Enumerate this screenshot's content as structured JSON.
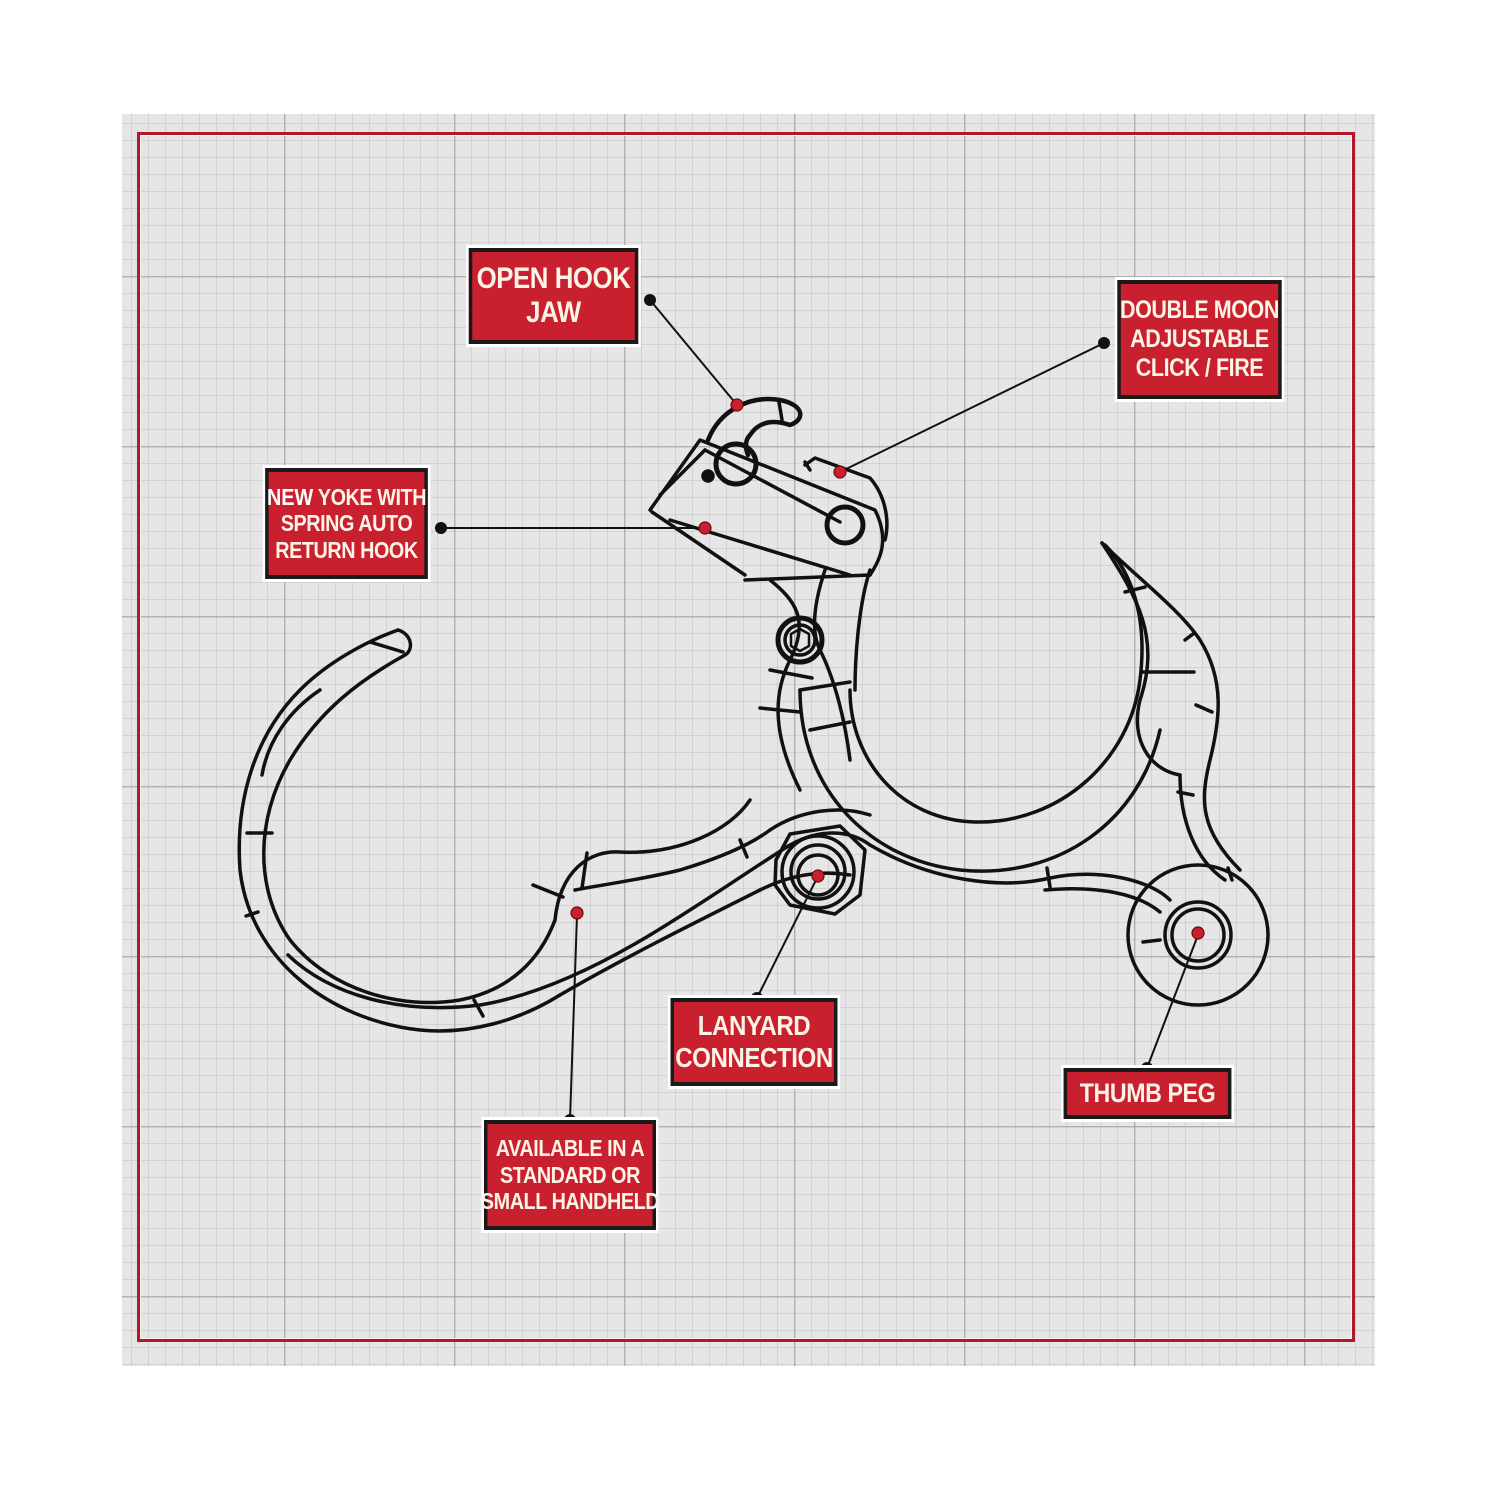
{
  "diagram": {
    "subject": "thumb release aid technical drawing",
    "colors": {
      "background": "#e6e6e6",
      "frame": "#b0182b",
      "callout_fill": "#c8202f",
      "callout_border": "#1a1a1a",
      "callout_text": "#fdf3e6",
      "marker_dot": "#c8202f",
      "outline": "#111111"
    },
    "callouts": [
      {
        "id": "open-hook-jaw",
        "lines": [
          "OPEN HOOK",
          "JAW"
        ]
      },
      {
        "id": "double-moon",
        "lines": [
          "DOUBLE MOON",
          "ADJUSTABLE",
          "CLICK / FIRE"
        ]
      },
      {
        "id": "new-yoke",
        "emphasis": "NEW",
        "lines": [
          " YOKE WITH",
          "SPRING AUTO",
          "RETURN  HOOK"
        ]
      },
      {
        "id": "lanyard",
        "lines": [
          "LANYARD",
          "CONNECTION"
        ]
      },
      {
        "id": "handheld-size",
        "lines": [
          "AVAILABLE IN A",
          "STANDARD OR",
          "SMALL HANDHELD"
        ]
      },
      {
        "id": "thumb-peg",
        "lines": [
          "THUMB PEG"
        ]
      }
    ]
  }
}
